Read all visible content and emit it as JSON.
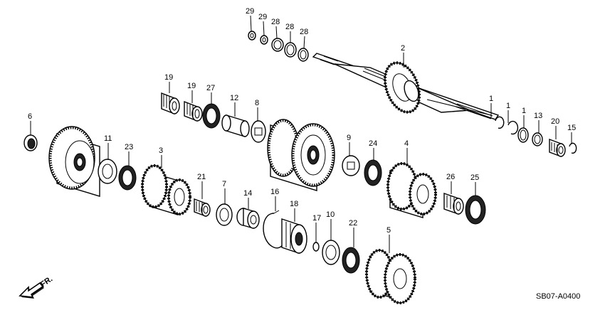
{
  "diagram": {
    "callouts": [
      "29",
      "29",
      "28",
      "28",
      "28",
      "2",
      "19",
      "19",
      "27",
      "12",
      "8",
      "6",
      "1",
      "1",
      "1",
      "13",
      "20",
      "15",
      "11",
      "23",
      "3",
      "9",
      "24",
      "4",
      "21",
      "7",
      "14",
      "16",
      "18",
      "26",
      "25",
      "17",
      "10",
      "22",
      "5"
    ],
    "direction_label": "FR.",
    "code": "SB07-A0400"
  }
}
